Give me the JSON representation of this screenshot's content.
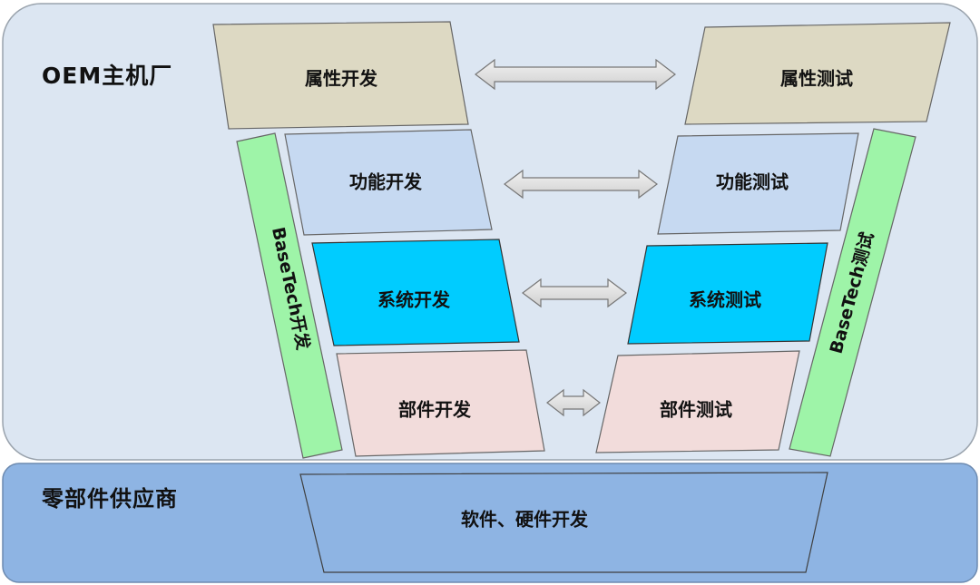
{
  "regions": {
    "oem_title": "OEM主机厂",
    "supplier_title": "零部件供应商"
  },
  "blocks": {
    "attr_dev": "属性开发",
    "attr_test": "属性测试",
    "func_dev": "功能开发",
    "func_test": "功能测试",
    "sys_dev": "系统开发",
    "sys_test": "系统测试",
    "part_dev": "部件开发",
    "part_test": "部件测试",
    "sw_hw_dev": "软件、硬件开发"
  },
  "side_bars": {
    "basetech_dev": "BaseTech开发",
    "basetech_test": "BaseTech测试"
  },
  "colors": {
    "oem_bg": "#dce6f2",
    "supplier_bg": "#8eb4e3",
    "attr": "#ddd9c3",
    "func": "#c6d9f1",
    "sys": "#00ccff",
    "part": "#f2dcdb",
    "basetech": "#9ef4a8",
    "arrow": "#dddddd"
  }
}
